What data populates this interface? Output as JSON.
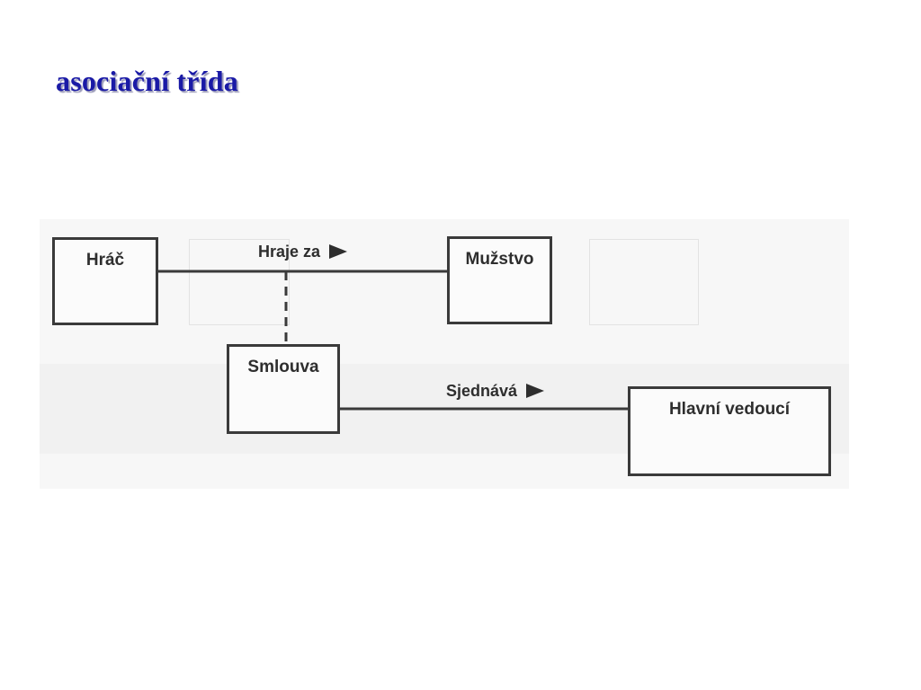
{
  "slide": {
    "title": "asociační třída"
  },
  "diagram": {
    "classes": {
      "player": "Hráč",
      "team": "Mužstvo",
      "contract": "Smlouva",
      "head_manager": "Hlavní vedoucí"
    },
    "associations": {
      "plays_for": "Hraje za",
      "negotiates": "Sjednává"
    },
    "arrow_icon": "triangle-right-icon",
    "colors": {
      "title": "#1a1aa6",
      "lines": "#3a3a3a"
    }
  }
}
